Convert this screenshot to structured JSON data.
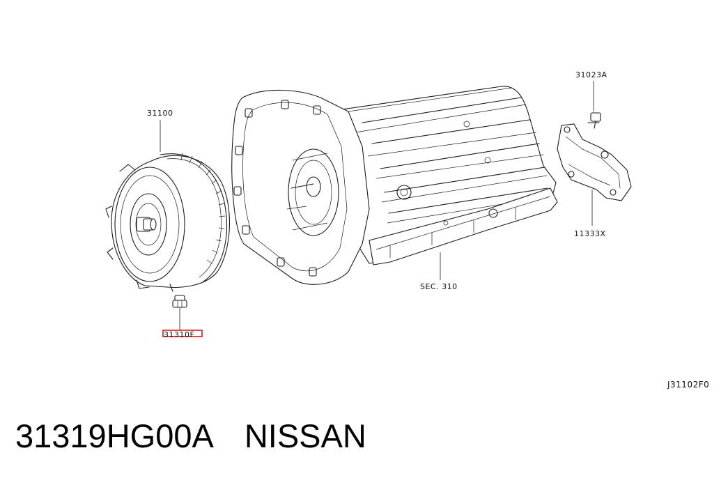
{
  "diagram": {
    "labels": {
      "torque_converter": "31100",
      "drain_plug": "31310F",
      "transmission": "SEC. 310",
      "bolt": "31023A",
      "bracket": "11333X",
      "figure_code": "J31102F0"
    },
    "highlight_color": "#e0151b"
  },
  "caption": {
    "part_number": "31319HG00A",
    "brand": "NISSAN"
  }
}
